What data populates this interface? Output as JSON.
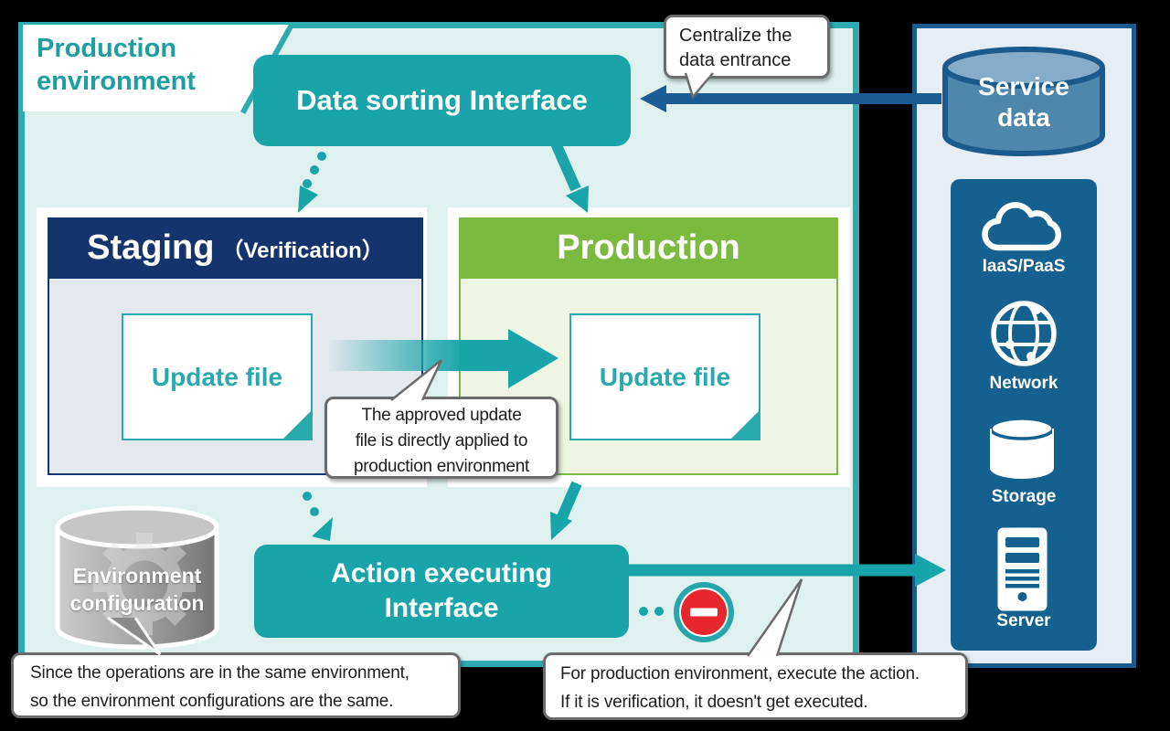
{
  "colors": {
    "teal_box": "#19a4aa",
    "teal_border": "#2eaab0",
    "mint_bg": "#def1ef",
    "navy_header": "#15346d",
    "green_header": "#7cba3f",
    "dark_blue": "#1c5c94",
    "panel_border": "#1a5a8c",
    "panel_fill": "#e6edf4",
    "inner_panel": "#14608e",
    "no_entry_red": "#e8262e",
    "gray_cylinder": "#9a9a9a"
  },
  "main": {
    "env_label": {
      "line1": "Production",
      "line2": "environment"
    },
    "data_sorting_label": "Data sorting Interface",
    "staging": {
      "title": "Staging",
      "subtitle": "（Verification）",
      "doc": "Update file"
    },
    "production": {
      "title": "Production",
      "doc": "Update file"
    },
    "action_label": "Action executing\nInterface",
    "env_config_label": "Environment\nconfiguration"
  },
  "callouts": {
    "centralize": "Centralize the\ndata entrance",
    "approved": "The approved update\nfile is directly applied to\nproduction environment",
    "same_env": "Since the operations are in the same environment,\nso the environment configurations are the same.",
    "execute": "For production environment, execute the action.\nIf it is verification, it doesn't get executed."
  },
  "right_panel": {
    "service_data_label": "Service\ndata",
    "items": [
      {
        "label": "IaaS/PaaS",
        "icon": "cloud-icon"
      },
      {
        "label": "Network",
        "icon": "globe-icon"
      },
      {
        "label": "Storage",
        "icon": "storage-icon"
      },
      {
        "label": "Server",
        "icon": "server-icon"
      }
    ]
  }
}
